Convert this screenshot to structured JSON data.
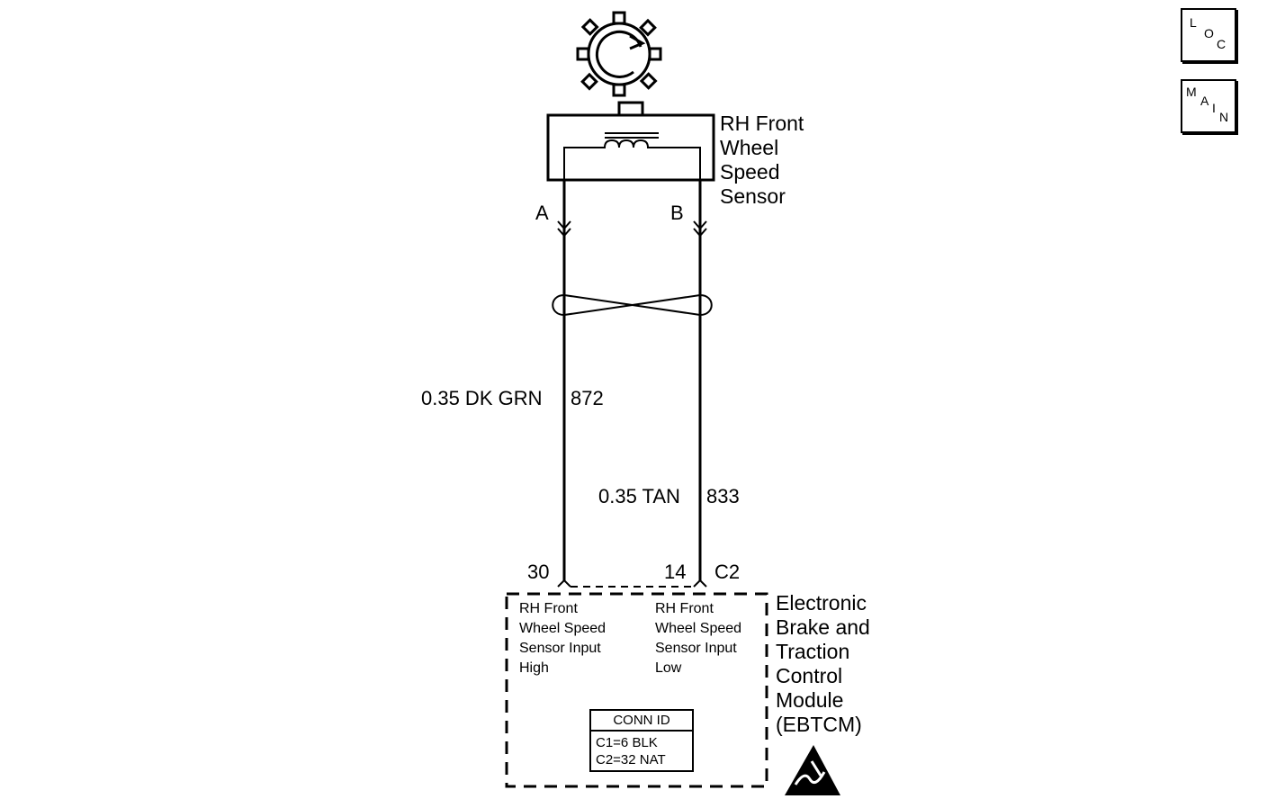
{
  "nav": {
    "loc": {
      "l1": "L",
      "l2": "O",
      "l3": "C"
    },
    "main": {
      "l1": "M",
      "l2": "A",
      "l3": "I",
      "l4": "N"
    }
  },
  "sensor": {
    "name": "RH Front Wheel Speed Sensor",
    "lines": [
      "RH Front",
      "Wheel",
      "Speed",
      "Sensor"
    ],
    "terminal_a": "A",
    "terminal_b": "B"
  },
  "wires": {
    "wire1": "0.35 DK GRN",
    "wire1_circuit": "872",
    "wire2": "0.35 TAN",
    "wire2_circuit": "833"
  },
  "module": {
    "pin_high": "30",
    "pin_low": "14",
    "connector": "C2",
    "name_lines": [
      "Electronic",
      "Brake and",
      "Traction",
      "Control",
      "Module",
      "(EBTCM)"
    ],
    "input_high_lines": [
      "RH Front",
      "Wheel Speed",
      "Sensor Input",
      "High"
    ],
    "input_low_lines": [
      "RH Front",
      "Wheel Speed",
      "Sensor Input",
      "Low"
    ]
  },
  "conn_id": {
    "header": "CONN ID",
    "rows": [
      "C1=6 BLK",
      "C2=32 NAT"
    ]
  }
}
